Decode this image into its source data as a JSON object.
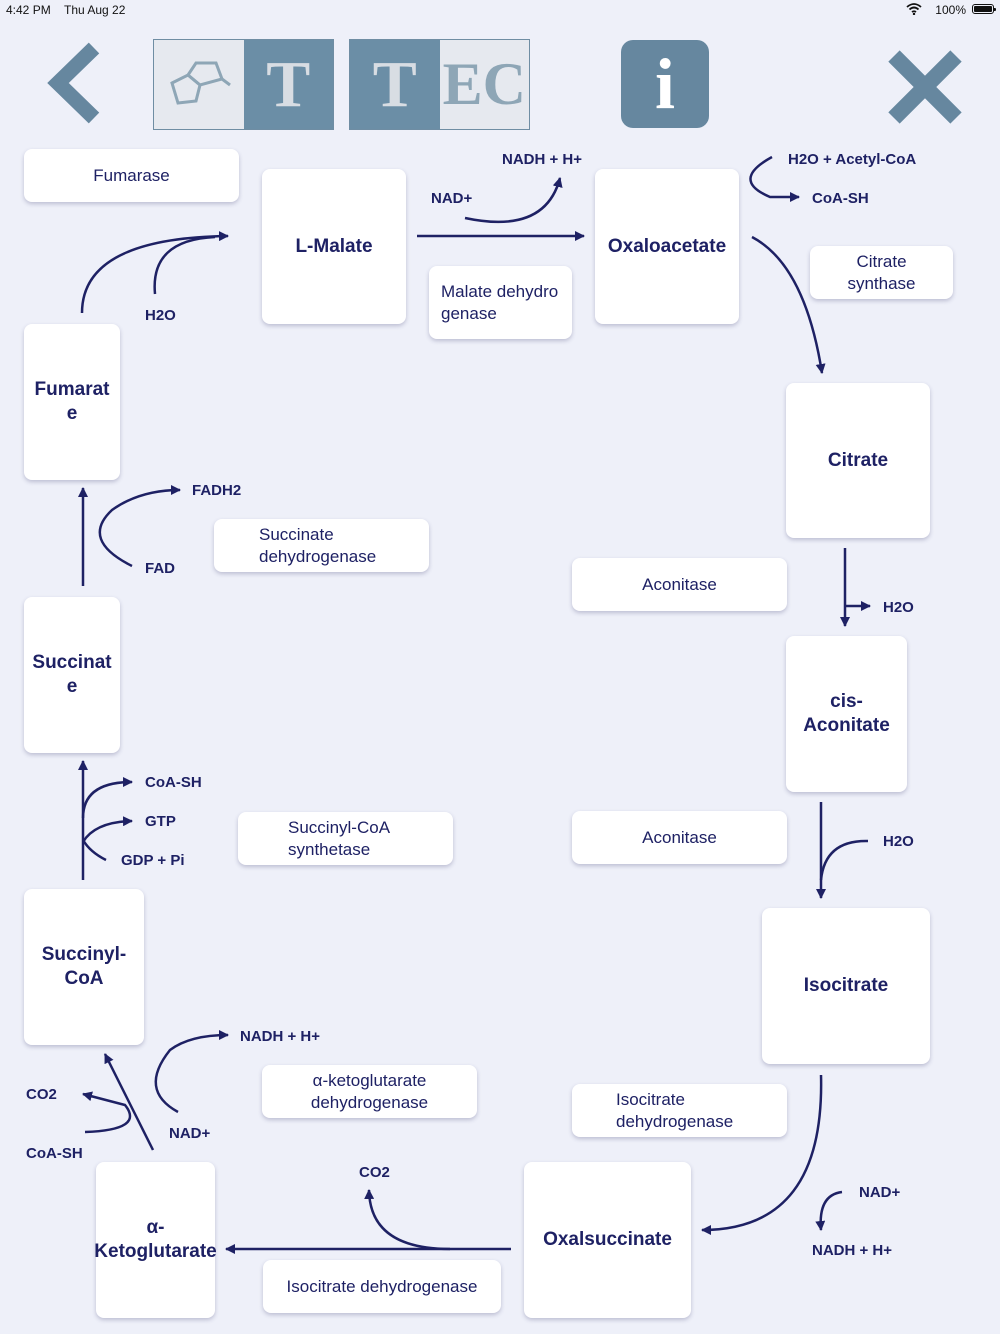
{
  "status_bar": {
    "time": "4:42 PM",
    "date": "Thu Aug 22",
    "battery": "100%"
  },
  "toolbar": {
    "toggle_structure": {
      "icon": "molecule-icon",
      "letter": "T"
    },
    "toggle_ec": {
      "letter": "T",
      "label": "EC"
    },
    "info": "i"
  },
  "compounds": {
    "l_malate": "L-Malate",
    "oxaloacetate": "Oxaloacetate",
    "citrate": "Citrate",
    "cis_aconitate": "cis-Aconitate",
    "isocitrate": "Isocitrate",
    "oxalsuccinate": "Oxalsuccinate",
    "alpha_ketoglutarate": "α-Ketoglutarate",
    "succinyl_coa": "Succinyl-CoA",
    "succinate": "Succinate",
    "fumarate": "Fumarate"
  },
  "enzymes": {
    "fumarase": "Fumarase",
    "malate_dh": "Malate dehydrogenase",
    "citrate_synthase_1": "Citrate",
    "citrate_synthase_2": "synthase",
    "aconitase_1": "Aconitase",
    "aconitase_2": "Aconitase",
    "isocitrate_dh_1": "Isocitrate",
    "isocitrate_dh_2": "dehydrogenase",
    "isocitrate_dh_bottom": "Isocitrate dehydrogenase",
    "akg_dh_1": "α-ketoglutarate",
    "akg_dh_2": "dehydrogenase",
    "succinyl_coa_synth_1": "Succinyl-CoA",
    "succinyl_coa_synth_2": "synthetase",
    "succinate_dh_1": "Succinate",
    "succinate_dh_2": "dehydrogenase"
  },
  "cofactors": {
    "nadh_h_top": "NADH + H+",
    "nad_top": "NAD+",
    "h2o_acetyl_coa": "H2O + Acetyl-CoA",
    "coa_sh_top": "CoA-SH",
    "h2o_fumarase": "H2O",
    "h2o_citrate": "H2O",
    "h2o_isocitrate": "H2O",
    "nad_oxal": "NAD+",
    "nadh_h_oxal": "NADH + H+",
    "co2_oxal": "CO2",
    "nadh_h_akg": "NADH + H+",
    "nad_akg": "NAD+",
    "co2_akg": "CO2",
    "coa_sh_akg": "CoA-SH",
    "coa_sh_succ": "CoA-SH",
    "gtp": "GTP",
    "gdp_pi": "GDP + Pi",
    "fadh2": "FADH2",
    "fad": "FAD"
  }
}
